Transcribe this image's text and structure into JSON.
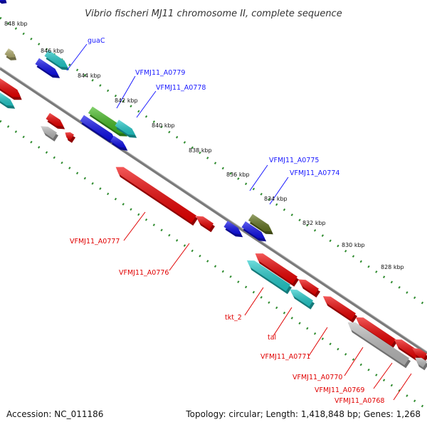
{
  "title": "Vibrio fischeri MJ11 chromosome II, complete sequence",
  "footer": {
    "accession": "Accession: NC_011186",
    "topology": "Topology: circular; Length: 1,418,848 bp; Genes: 1,268"
  },
  "ticks": [
    "848 kbp",
    "846 kbp",
    "844 kbp",
    "842 kbp",
    "840 kbp",
    "838 kbp",
    "836 kbp",
    "834 kbp",
    "832 kbp",
    "830 kbp",
    "828 kbp"
  ],
  "forward_labels": [
    "guaC",
    "VFMJ11_A0779",
    "VFMJ11_A0778",
    "VFMJ11_A0775",
    "VFMJ11_A0774"
  ],
  "reverse_labels": [
    "VFMJ11_A0777",
    "VFMJ11_A0776",
    "tkt_2",
    "tal",
    "VFMJ11_A0771",
    "VFMJ11_A0770",
    "VFMJ11_A0769",
    "VFMJ11_A0768"
  ],
  "colors": {
    "backbone": "#7a7a7a",
    "forward_label": "#1a1aff",
    "reverse_label": "#e00000",
    "tick_dot": "#2e8b2e",
    "red": "#ee0000",
    "blue": "#1010ee",
    "cyan": "#22cccc",
    "green": "#44bb22",
    "olive": "#667722",
    "grey": "#bbbbbb",
    "khaki": "#b5b070"
  }
}
